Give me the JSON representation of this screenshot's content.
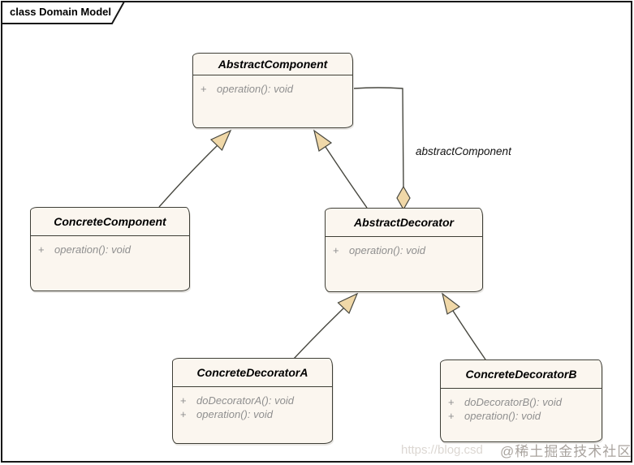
{
  "frame": {
    "label": "class Domain Model"
  },
  "classes": {
    "abstractComponent": {
      "name": "AbstractComponent",
      "operations": [
        {
          "visibility": "+",
          "signature": "operation(): void"
        }
      ]
    },
    "concreteComponent": {
      "name": "ConcreteComponent",
      "operations": [
        {
          "visibility": "+",
          "signature": "operation(): void"
        }
      ]
    },
    "abstractDecorator": {
      "name": "AbstractDecorator",
      "operations": [
        {
          "visibility": "+",
          "signature": "operation(): void"
        }
      ]
    },
    "concreteDecoratorA": {
      "name": "ConcreteDecoratorA",
      "operations": [
        {
          "visibility": "+",
          "signature": "doDecoratorA(): void"
        },
        {
          "visibility": "+",
          "signature": "operation(): void"
        }
      ]
    },
    "concreteDecoratorB": {
      "name": "ConcreteDecoratorB",
      "operations": [
        {
          "visibility": "+",
          "signature": "doDecoratorB(): void"
        },
        {
          "visibility": "+",
          "signature": "operation(): void"
        }
      ]
    }
  },
  "connectors": {
    "aggregation_label": "abstractComponent"
  },
  "relations": [
    {
      "type": "generalization",
      "from": "ConcreteComponent",
      "to": "AbstractComponent"
    },
    {
      "type": "generalization",
      "from": "AbstractDecorator",
      "to": "AbstractComponent"
    },
    {
      "type": "aggregation",
      "from": "AbstractDecorator",
      "to": "AbstractComponent",
      "label": "abstractComponent"
    },
    {
      "type": "generalization",
      "from": "ConcreteDecoratorA",
      "to": "AbstractDecorator"
    },
    {
      "type": "generalization",
      "from": "ConcreteDecoratorB",
      "to": "AbstractDecorator"
    }
  ],
  "watermark": {
    "url_text": "https://blog.csd",
    "badge_text": "@稀土掘金技术社区"
  },
  "colors": {
    "box_fill": "#FBF6EF",
    "box_border": "#3E3E36",
    "line": "#47473F",
    "arrow_fill": "#F0D8A8",
    "op_text": "#8F8F8F",
    "title_text": "#000000",
    "frame_border": "#171717",
    "watermark_url": "#DCD7D2",
    "watermark_badge": "#A09A94"
  }
}
